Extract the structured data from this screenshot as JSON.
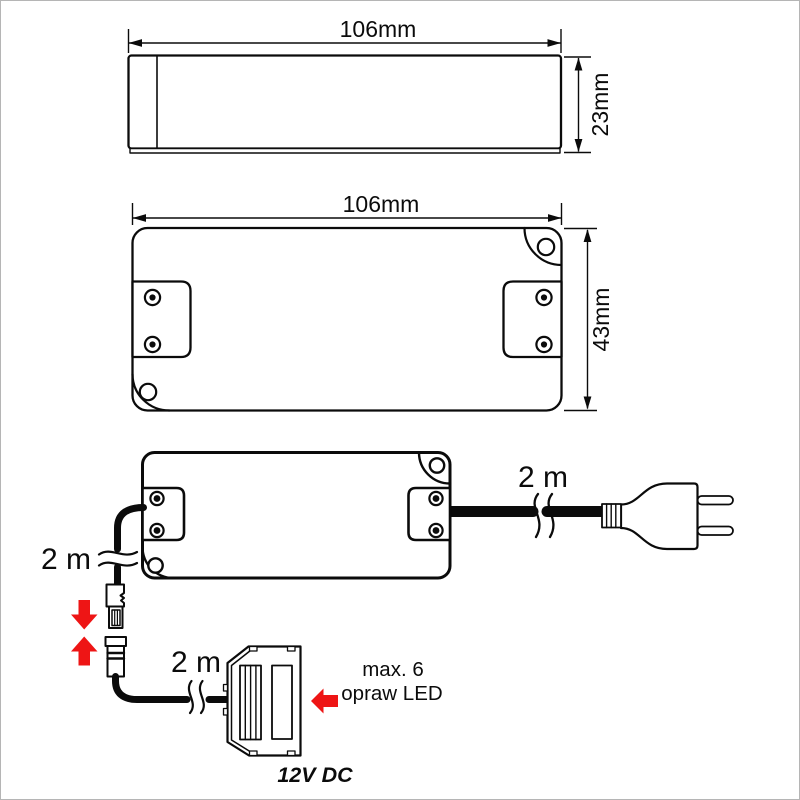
{
  "figure": {
    "colors": {
      "line": "#0b0b0b",
      "arrow_red": "#ee1515",
      "background": "#ffffff"
    }
  },
  "side_view": {
    "width_label": "106mm",
    "height_label": "23mm"
  },
  "front_view": {
    "width_label": "106mm",
    "height_label": "43mm"
  },
  "wiring_view": {
    "mains_cable_length_label": "2 m",
    "output_cable_length_label": "2 m",
    "led_cable_length_label": "2 m",
    "max_fixtures_line1": "max. 6",
    "max_fixtures_line2": "opraw LED",
    "output_voltage_label": "12V DC"
  }
}
